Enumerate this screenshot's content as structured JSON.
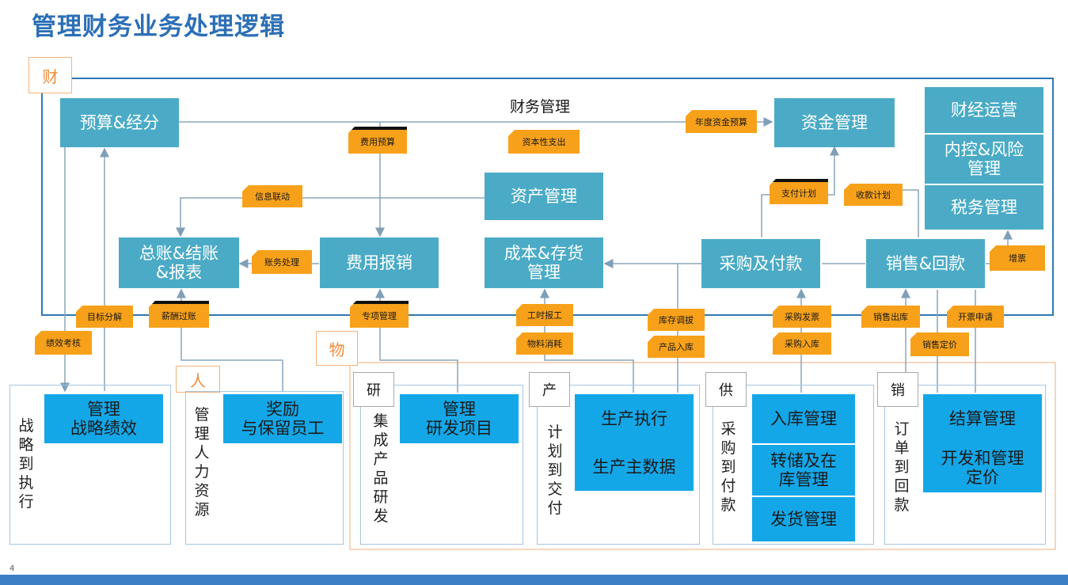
{
  "title": "管理财务业务处理逻辑",
  "section_labels": {
    "cai": "财",
    "ren": "人",
    "wu": "物"
  },
  "finance_center_label": "财务管理",
  "finance_boxes": {
    "budget": "预算&经分",
    "fund": "资金管理",
    "fin_ops": "财经运营",
    "internal_control": "内控&风险\n管理",
    "tax": "税务管理",
    "asset": "资产管理",
    "ledger": "总账&结账\n&报表",
    "expense": "费用报销",
    "cost_inventory": "成本&存货\n管理",
    "purchase_pay": "采购及付款",
    "sales_receipt": "销售&回款"
  },
  "tags": {
    "annual_fund_budget": "年度资金预算",
    "expense_budget": "费用预算",
    "capital_expense": "资本性支出",
    "info_link": "信息联动",
    "pay_plan": "支付计划",
    "receipt_plan": "收款计划",
    "accounting": "账务处理",
    "invoice_add": "增票",
    "goal_decompose": "目标分解",
    "performance_eval": "绩效考核",
    "salary_posting": "薪酬过账",
    "special_mgmt": "专项管理",
    "work_hours": "工时报工",
    "material_consume": "物料消耗",
    "stock_transfer": "库存调拔",
    "product_in": "产品入库",
    "purchase_invoice": "采购发票",
    "purchase_in": "采购入库",
    "sales_out": "销售出库",
    "sales_pricing": "销售定价",
    "invoice_apply": "开票申请"
  },
  "domains": {
    "strategy": {
      "vertical": "战略到执行",
      "box": "管理\n战略绩效"
    },
    "hr": {
      "vertical": "管理人力资源",
      "box": "奖励\n与保留员工"
    },
    "rd": {
      "corner": "研",
      "vertical": "集成产品研发",
      "box": "管理\n研发项目"
    },
    "production": {
      "corner": "产",
      "vertical": "计划到交付",
      "boxes": [
        "生产执行",
        "生产主数据"
      ]
    },
    "supply": {
      "corner": "供",
      "vertical": "采购到付款",
      "boxes": [
        "入库管理",
        "转储及在\n库管理",
        "发货管理"
      ]
    },
    "sales": {
      "corner": "销",
      "vertical": "订单到回款",
      "boxes": [
        "结算管理",
        "开发和管理\n定价"
      ]
    }
  },
  "page_number": "4",
  "colors": {
    "title": "#2c6fb6",
    "finance_box": "#4babc6",
    "domain_box": "#14a7e8",
    "tag": "#f7a11a",
    "frame": "#2f78b4",
    "footer": "#3d7fc4"
  }
}
